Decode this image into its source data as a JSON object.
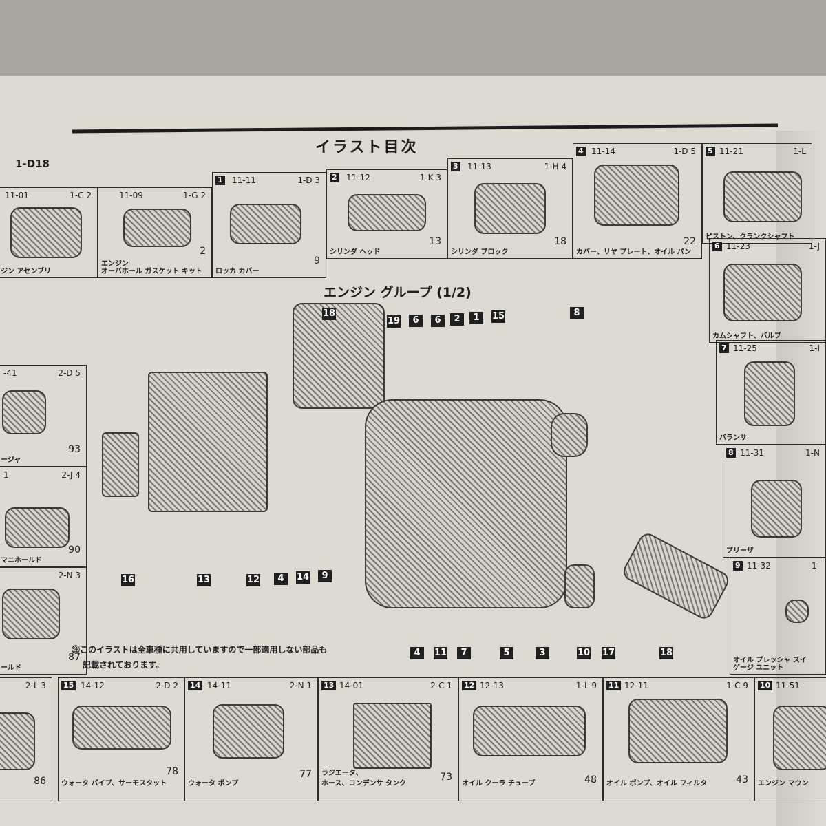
{
  "page_code": "1-D18",
  "page_title": "イラスト目次",
  "group_title": "エンジン グループ (1/2)",
  "note": [
    "㊟このイラストは全車種に共用していますので一部適用しない部品も",
    "記載されております。"
  ],
  "top_row": [
    {
      "badge": "",
      "code": "11-01",
      "ref": "1-C 2",
      "page": "",
      "caption": [
        "ジン アセンブリ"
      ]
    },
    {
      "badge": "",
      "code": "11-09",
      "ref": "1-G 2",
      "page": "2",
      "caption": [
        "エンジン",
        "オーバホール ガスケット キット"
      ]
    },
    {
      "badge": "1",
      "code": "11-11",
      "ref": "1-D 3",
      "page": "9",
      "caption": [
        "ロッカ カバー"
      ]
    },
    {
      "badge": "2",
      "code": "11-12",
      "ref": "1-K 3",
      "page": "13",
      "caption": [
        "シリンダ ヘッド"
      ]
    },
    {
      "badge": "3",
      "code": "11-13",
      "ref": "1-H 4",
      "page": "18",
      "caption": [
        "シリンダ ブロック"
      ]
    },
    {
      "badge": "4",
      "code": "11-14",
      "ref": "1-D 5",
      "page": "22",
      "caption": [
        "カバー、リヤ プレート、オイル パン"
      ]
    },
    {
      "badge": "5",
      "code": "11-21",
      "ref": "1-L",
      "page": "",
      "caption": [
        "ピストン、クランクシャフト"
      ]
    }
  ],
  "left_column": [
    {
      "code": "-41",
      "ref": "2-D 5",
      "page": "93",
      "caption": [
        "ージャ"
      ]
    },
    {
      "code": "1",
      "ref": "2-J 4",
      "page": "90",
      "caption": [
        "マニホールド"
      ]
    },
    {
      "code": "",
      "ref": "2-N 3",
      "page": "87",
      "caption": [
        "ールド"
      ]
    }
  ],
  "right_column": [
    {
      "badge": "6",
      "code": "11-23",
      "ref": "1-J",
      "page": "",
      "caption": [
        "カムシャフト、バルブ"
      ]
    },
    {
      "badge": "7",
      "code": "11-25",
      "ref": "1-I",
      "page": "",
      "caption": [
        "バランサ"
      ]
    },
    {
      "badge": "8",
      "code": "11-31",
      "ref": "1-N",
      "page": "",
      "caption": [
        "ブリーザ"
      ]
    },
    {
      "badge": "9",
      "code": "11-32",
      "ref": "1-",
      "page": "",
      "caption": [
        "オイル プレッシャ スイ",
        "ゲージ ユニット"
      ]
    }
  ],
  "bottom_row": [
    {
      "badge": "",
      "code": "",
      "ref": "2-L 3",
      "page": "86",
      "caption": [
        ""
      ]
    },
    {
      "badge": "15",
      "code": "14-12",
      "ref": "2-D 2",
      "page": "78",
      "caption": [
        "ウォータ パイプ、サーモスタット"
      ]
    },
    {
      "badge": "14",
      "code": "14-11",
      "ref": "2-N 1",
      "page": "77",
      "caption": [
        "ウォータ ポンプ"
      ]
    },
    {
      "badge": "13",
      "code": "14-01",
      "ref": "2-C 1",
      "page": "73",
      "caption": [
        "ラジエータ、",
        "ホース、コンデンサ タンク"
      ]
    },
    {
      "badge": "12",
      "code": "12-13",
      "ref": "1-L 9",
      "page": "48",
      "caption": [
        "オイル クーラ チューブ"
      ]
    },
    {
      "badge": "11",
      "code": "12-11",
      "ref": "1-C 9",
      "page": "43",
      "caption": [
        "オイル ポンプ、オイル フィルタ"
      ]
    },
    {
      "badge": "10",
      "code": "11-51",
      "ref": "",
      "page": "",
      "caption": [
        "エンジン マウン"
      ]
    }
  ],
  "callouts_top": [
    "18",
    "19",
    "6",
    "6",
    "2",
    "1",
    "15",
    "8"
  ],
  "callouts_bottom": [
    "16",
    "13",
    "12",
    "4",
    "14",
    "9",
    "4",
    "11",
    "7",
    "5",
    "3",
    "10",
    "17",
    "18"
  ]
}
